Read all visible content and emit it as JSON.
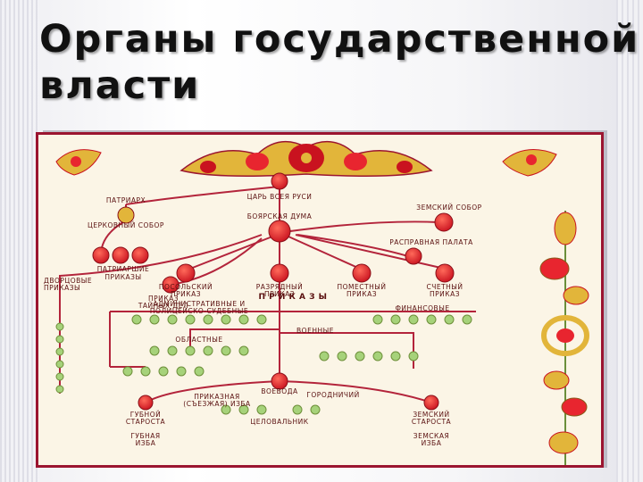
{
  "slide": {
    "title_line1": "Органы государственной",
    "title_line2": "власти"
  },
  "colors": {
    "frame": "#9b1530",
    "line": "#b3243b",
    "node": "#e8252f",
    "small_node": "#a6d27a",
    "ornament_gold": "#e2b53a",
    "parchment": "#fbf5e6"
  },
  "diagram": {
    "labels": {
      "tsar": "ЦАРЬ ВСЕЯ РУСИ",
      "patriarch": "ПАТРИАРХ",
      "church_council": "ЦЕРКОВНЫЙ СОБОР",
      "boyar_duma": "БОЯРСКАЯ ДУМА",
      "zemsky_sobor": "ЗЕМСКИЙ СОБОР",
      "patriarch_prikazy_1": "ПАТРИАРШИЕ",
      "patriarch_prikazy_2": "ПРИКАЗЫ",
      "rasprava": "РАСПРАВНАЯ ПАЛАТА",
      "posolsky_1": "ПОСОЛЬСКИЙ",
      "posolsky_2": "ПРИКАЗ",
      "razryadny_1": "РАЗРЯДНЫЙ",
      "razryadny_2": "ПРИКАЗ",
      "pomestny_1": "ПОМЕСТНЫЙ",
      "pomestny_2": "ПРИКАЗ",
      "schetny_1": "СЧЕТНЫЙ",
      "schetny_2": "ПРИКАЗ",
      "dvortsovye_1": "ДВОРЦОВЫЕ",
      "dvortsovye_2": "ПРИКАЗЫ",
      "tainykh_1": "ПРИКАЗ",
      "tainykh_2": "ТАЙНЫХ ДЕЛ",
      "prikazy": "П Р И К А З Ы",
      "admin_1": "АДМИНИСТРАТИВНЫЕ И",
      "admin_2": "ПОЛИЦЕЙСКО-СУДЕБНЫЕ",
      "financial": "ФИНАНСОВЫЕ",
      "regional": "ОБЛАСТНЫЕ",
      "military": "ВОЕННЫЕ",
      "voevoda": "ВОЕВОДА",
      "prikaznaya_1": "ПРИКАЗНАЯ",
      "prikaznaya_2": "(СЪЕЗЖАЯ) ИЗБА",
      "gubnoy_1": "ГУБНОЙ",
      "gubnoy_2": "СТАРОСТА",
      "gubnaya_1": "ГУБНАЯ",
      "gubnaya_2": "ИЗБА",
      "gorodnichiy": "ГОРОДНИЧИЙ",
      "tselovalnik": "ЦЕЛОВАЛЬНИК",
      "zemsky_st_1": "ЗЕМСКИЙ",
      "zemsky_st_2": "СТАРОСТА",
      "zemskaya_1": "ЗЕМСКАЯ",
      "zemskaya_2": "ИЗБА"
    }
  }
}
